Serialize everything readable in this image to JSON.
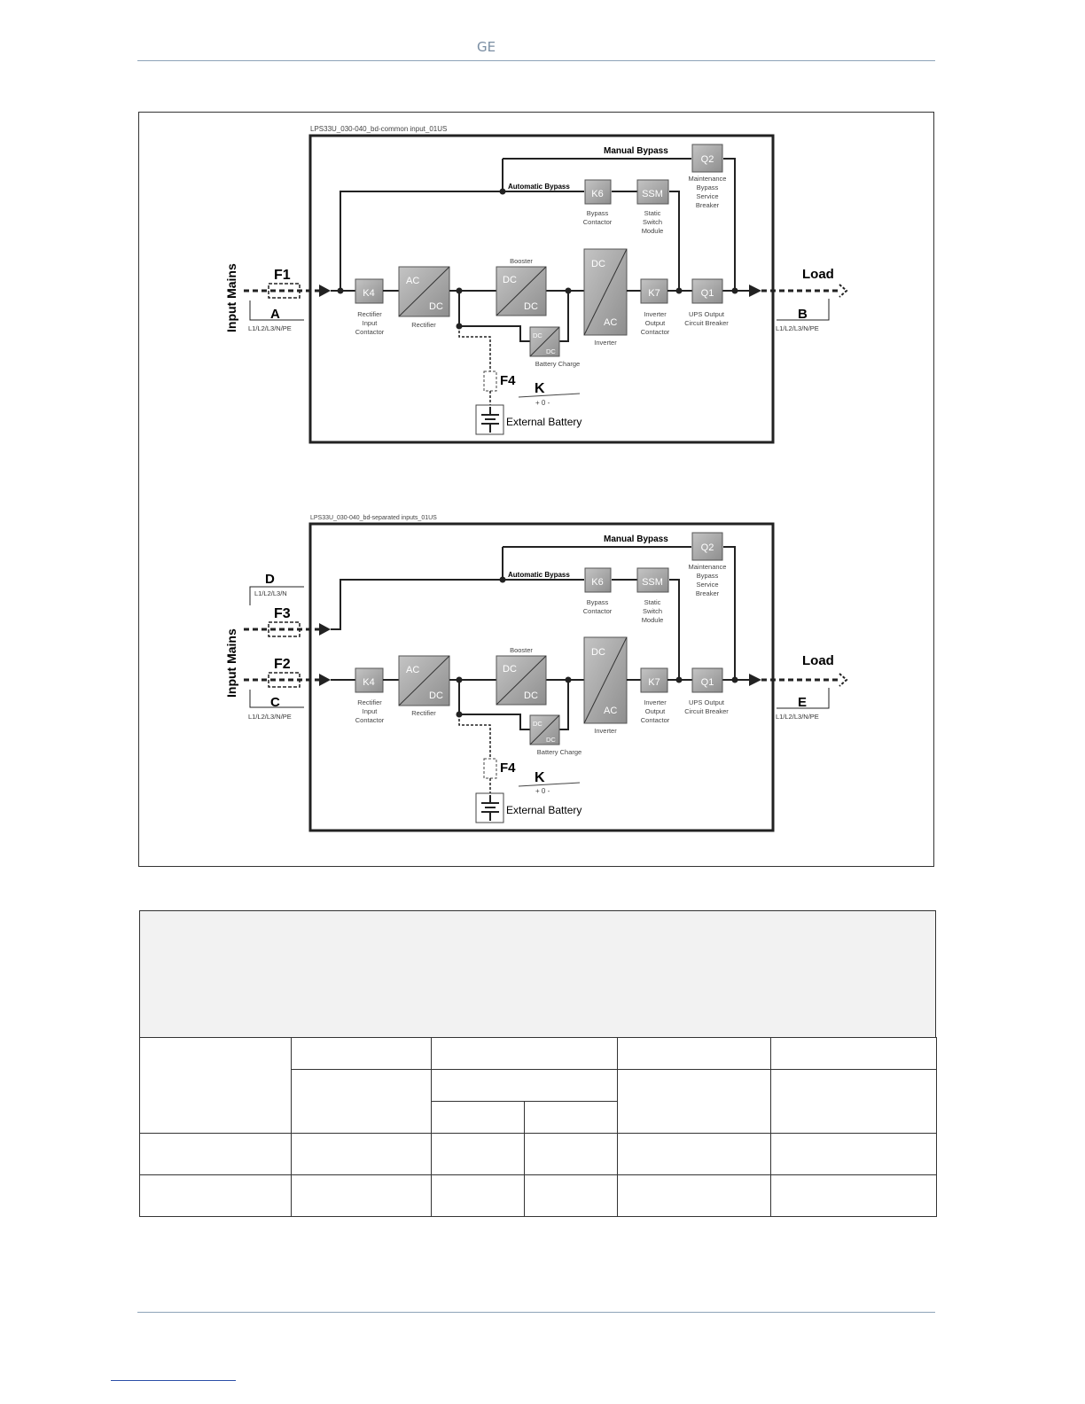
{
  "header": {
    "brand": "GE"
  },
  "diagram_top": {
    "file_label": "LPS33U_030-040_bd-common input_01US",
    "manual_bypass": "Manual Bypass",
    "automatic_bypass": "Automatic Bypass",
    "k6": {
      "label": "K6",
      "caption": [
        "Bypass",
        "Contactor"
      ]
    },
    "ssm": {
      "label": "SSM",
      "caption": [
        "Static",
        "Switch",
        "Module"
      ]
    },
    "q2": {
      "label": "Q2",
      "caption": [
        "Maintenance",
        "Bypass",
        "Service",
        "Breaker"
      ]
    },
    "input_mains": "Input Mains",
    "fuse": "F1",
    "input_letter": "A",
    "input_lines": "L1/L2/L3/N/PE",
    "k4": {
      "label": "K4",
      "caption": [
        "Rectifier",
        "Input",
        "Contactor"
      ]
    },
    "rectifier": {
      "ac": "AC",
      "dc": "DC",
      "caption": "Rectifier"
    },
    "booster": {
      "title": "Booster",
      "dc1": "DC",
      "dc2": "DC"
    },
    "battery_charge": {
      "dc1": "DC",
      "dc2": "DC",
      "caption": "Battery Charge"
    },
    "inverter": {
      "dc": "DC",
      "ac": "AC",
      "caption": "Inverter"
    },
    "k7": {
      "label": "K7",
      "caption": [
        "Inverter",
        "Output",
        "Contactor"
      ]
    },
    "q1": {
      "label": "Q1",
      "caption": [
        "UPS Output",
        "Circuit Breaker"
      ]
    },
    "load": "Load",
    "output_letter": "B",
    "output_lines": "L1/L2/L3/N/PE",
    "battery_fuse": "F4",
    "k_label": "K",
    "k_sub": "+ 0 -",
    "external_battery": "External Battery"
  },
  "diagram_bottom": {
    "file_label": "LPS33U_030-040_bd-separated inputs_01US",
    "manual_bypass": "Manual Bypass",
    "automatic_bypass": "Automatic Bypass",
    "k6": {
      "label": "K6",
      "caption": [
        "Bypass",
        "Contactor"
      ]
    },
    "ssm": {
      "label": "SSM",
      "caption": [
        "Static",
        "Switch",
        "Module"
      ]
    },
    "q2": {
      "label": "Q2",
      "caption": [
        "Maintenance",
        "Bypass",
        "Service",
        "Breaker"
      ]
    },
    "bypass_letter": "D",
    "bypass_lines": "L1/L2/L3/N",
    "bypass_fuse": "F3",
    "input_mains": "Input Mains",
    "fuse": "F2",
    "input_letter": "C",
    "input_lines": "L1/L2/L3/N/PE",
    "k4": {
      "label": "K4",
      "caption": [
        "Rectifier",
        "Input",
        "Contactor"
      ]
    },
    "rectifier": {
      "ac": "AC",
      "dc": "DC",
      "caption": "Rectifier"
    },
    "booster": {
      "title": "Booster",
      "dc1": "DC",
      "dc2": "DC"
    },
    "battery_charge": {
      "dc1": "DC",
      "dc2": "DC",
      "caption": "Battery Charge"
    },
    "inverter": {
      "dc": "DC",
      "ac": "AC",
      "caption": "Inverter"
    },
    "k7": {
      "label": "K7",
      "caption": [
        "Inverter",
        "Output",
        "Contactor"
      ]
    },
    "q1": {
      "label": "Q1",
      "caption": [
        "UPS Output",
        "Circuit Breaker"
      ]
    },
    "load": "Load",
    "output_letter": "E",
    "output_lines": "L1/L2/L3/N/PE",
    "battery_fuse": "F4",
    "k_label": "K",
    "k_sub": "+ 0 -",
    "external_battery": "External Battery"
  }
}
